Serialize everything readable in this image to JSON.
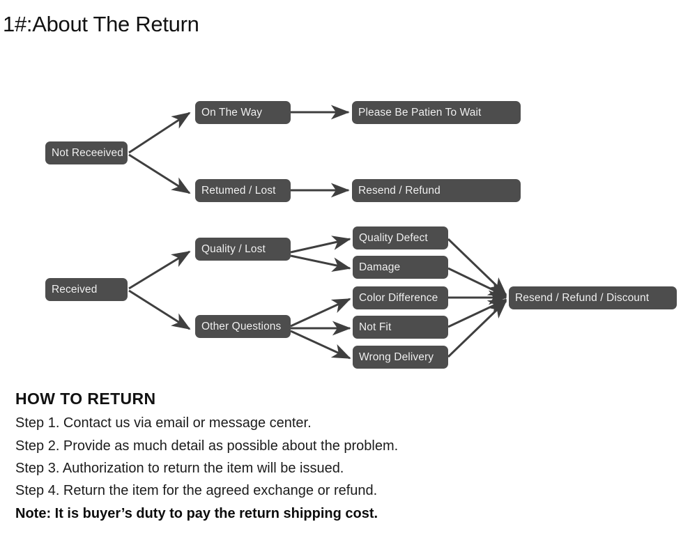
{
  "page": {
    "title": "1#:About The Return",
    "background_color": "#ffffff",
    "node_fill_color": "#4d4d4d",
    "node_text_color": "#f2f2f2",
    "arrow_color": "#3f3f3f"
  },
  "diagram": {
    "branches": {
      "not_received": {
        "root": {
          "label": "Not Receeived"
        },
        "level2": [
          {
            "label": "On The Way"
          },
          {
            "label": "Retumed / Lost"
          }
        ],
        "level3": [
          {
            "label": "Please Be Patien To Wait"
          },
          {
            "label": "Resend / Refund"
          }
        ]
      },
      "received": {
        "root": {
          "label": "Received"
        },
        "level2": [
          {
            "label": "Quality / Lost"
          },
          {
            "label": "Other Questions"
          }
        ],
        "level3": [
          {
            "label": "Quality Defect"
          },
          {
            "label": "Damage"
          },
          {
            "label": "Color Difference"
          },
          {
            "label": "Not Fit"
          },
          {
            "label": "Wrong Delivery"
          }
        ],
        "outcome": {
          "label": "Resend / Refund / Discount"
        }
      }
    }
  },
  "how_to_return": {
    "heading": "HOW TO RETURN",
    "steps": [
      "Step 1. Contact us via email or message center.",
      "Step 2. Provide as much detail as possible about the problem.",
      "Step 3. Authorization to return the item will be issued.",
      "Step 4. Return the item for the agreed exchange or refund."
    ],
    "note": "Note: It is buyer’s duty to pay the return shipping cost."
  }
}
